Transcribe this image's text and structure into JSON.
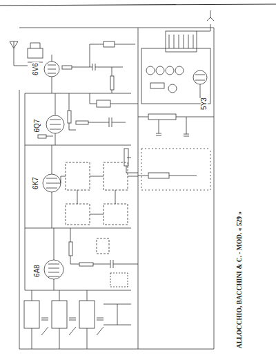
{
  "diagram": {
    "title": "ALLOCCHIO, BACCHINI & C. - MOD. « 529 »",
    "labels": [
      "6V6",
      "6Q7",
      "6K7",
      "6A8",
      "5Y3"
    ]
  }
}
